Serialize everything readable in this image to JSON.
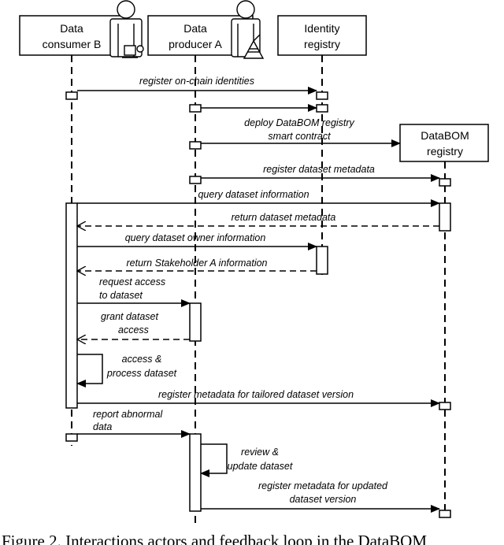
{
  "participants": [
    {
      "id": "consumer",
      "lines": [
        "Data",
        "consumer B"
      ]
    },
    {
      "id": "producer",
      "lines": [
        "Data",
        "producer A"
      ]
    },
    {
      "id": "identity",
      "lines": [
        "Identity",
        "registry"
      ]
    },
    {
      "id": "databom",
      "lines": [
        "DataBOM",
        "registry"
      ]
    }
  ],
  "messages": [
    {
      "id": "register-identities",
      "lines": [
        "register on-chain identities"
      ]
    },
    {
      "id": "deploy-contract",
      "lines": [
        "deploy DataBOM registry",
        "smart contract"
      ]
    },
    {
      "id": "register-metadata",
      "lines": [
        "register dataset metadata"
      ]
    },
    {
      "id": "query-info",
      "lines": [
        "query dataset information"
      ]
    },
    {
      "id": "return-metadata",
      "lines": [
        "return dataset metadata"
      ]
    },
    {
      "id": "query-owner",
      "lines": [
        "query dataset owner information"
      ]
    },
    {
      "id": "return-stakeholder",
      "lines": [
        "return Stakeholder A information"
      ]
    },
    {
      "id": "request-access",
      "lines": [
        "request access",
        "to dataset"
      ]
    },
    {
      "id": "grant-access",
      "lines": [
        "grant dataset",
        "access"
      ]
    },
    {
      "id": "access-process",
      "lines": [
        "access &",
        "process dataset"
      ]
    },
    {
      "id": "register-tailored",
      "lines": [
        "register metadata for tailored dataset version"
      ]
    },
    {
      "id": "report-abnormal",
      "lines": [
        "report abnormal",
        "data"
      ]
    },
    {
      "id": "review-update",
      "lines": [
        "review &",
        "update dataset"
      ]
    },
    {
      "id": "register-updated",
      "lines": [
        "register metadata for updated",
        "dataset version"
      ]
    }
  ],
  "caption": "Figure 2. Interactions actors and feedback loop in the DataBOM"
}
